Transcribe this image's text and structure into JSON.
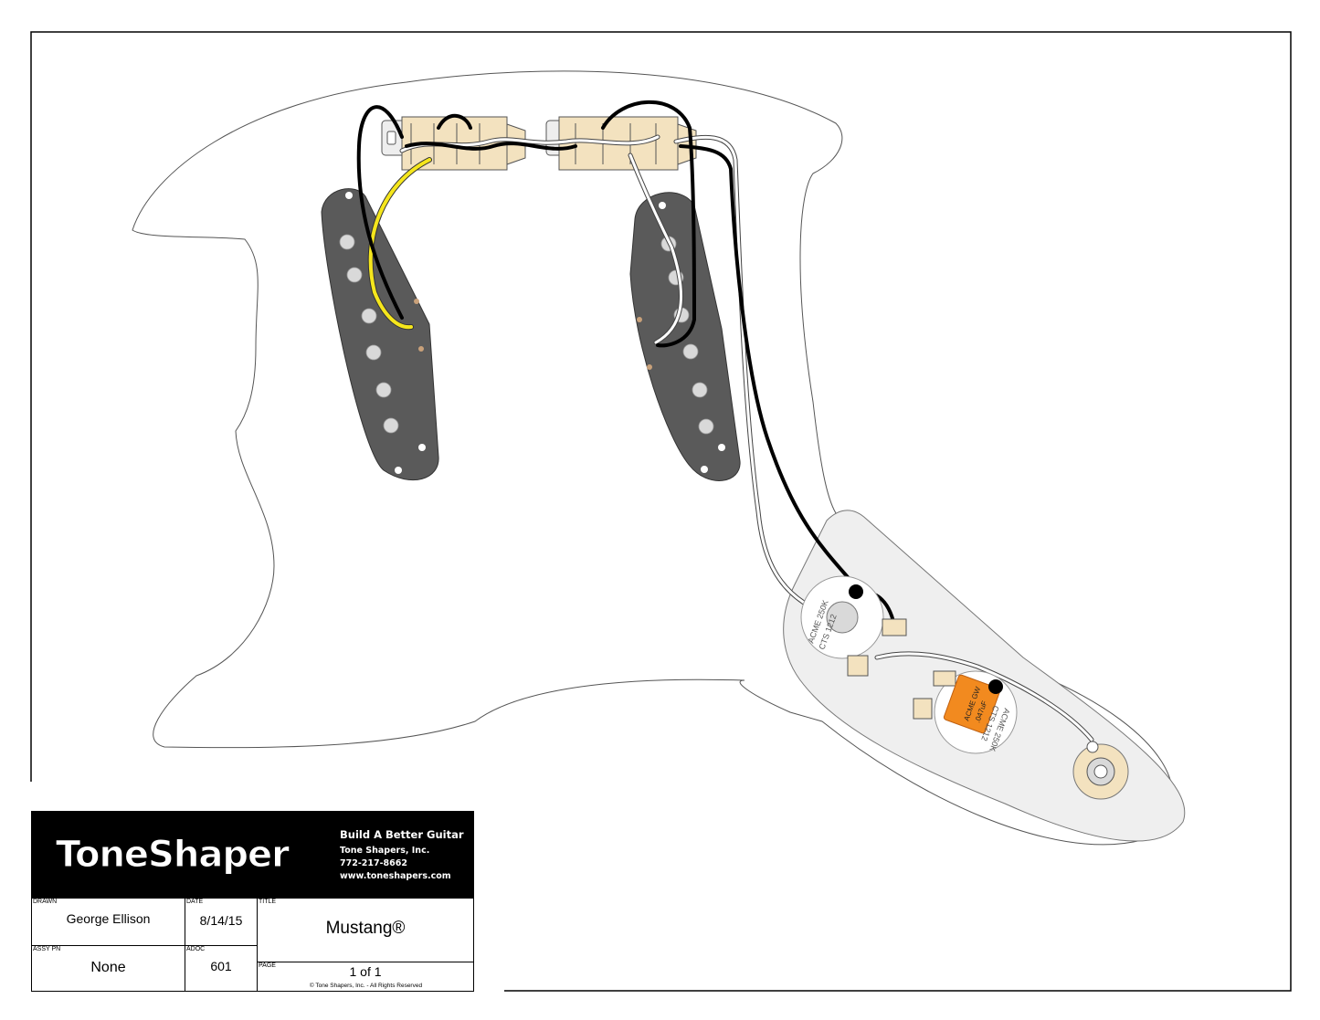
{
  "diagram": {
    "pot_volume_text": [
      "ACME 250K",
      "CTS 1212"
    ],
    "pot_tone_text": [
      "ACME 250K",
      "CTS 1212"
    ],
    "capacitor_text": [
      "ACME GW",
      ".047uF"
    ]
  },
  "title_block": {
    "logo_text": "ToneShaper",
    "tagline": "Build A Better Guitar",
    "company": "Tone Shapers, Inc.",
    "phone": "772-217-8662",
    "website": "www.toneshapers.com",
    "drawn_label": "DRAWN",
    "drawn_value": "George Ellison",
    "date_label": "DATE",
    "date_value": "8/14/15",
    "title_label": "TITLE",
    "title_value": "Mustang®",
    "assy_label": "ASSY PN",
    "assy_value": "None",
    "adoc_label": "ADOC",
    "adoc_value": "601",
    "page_label": "PAGE",
    "page_value": "1 of 1",
    "copyright": "© Tone Shapers, Inc. - All Rights Reserved"
  },
  "colors": {
    "pickup_cover": "#5a5a5a",
    "pole_piece": "#d9d9d9",
    "switch_body": "#f3e2bf",
    "wire_black": "#000000",
    "wire_white": "#ffffff",
    "wire_yellow": "#f5e61c",
    "capacitor": "#f28a1f",
    "control_plate": "#efefef",
    "banner": "#000000",
    "logo_red": "#e31b23"
  }
}
